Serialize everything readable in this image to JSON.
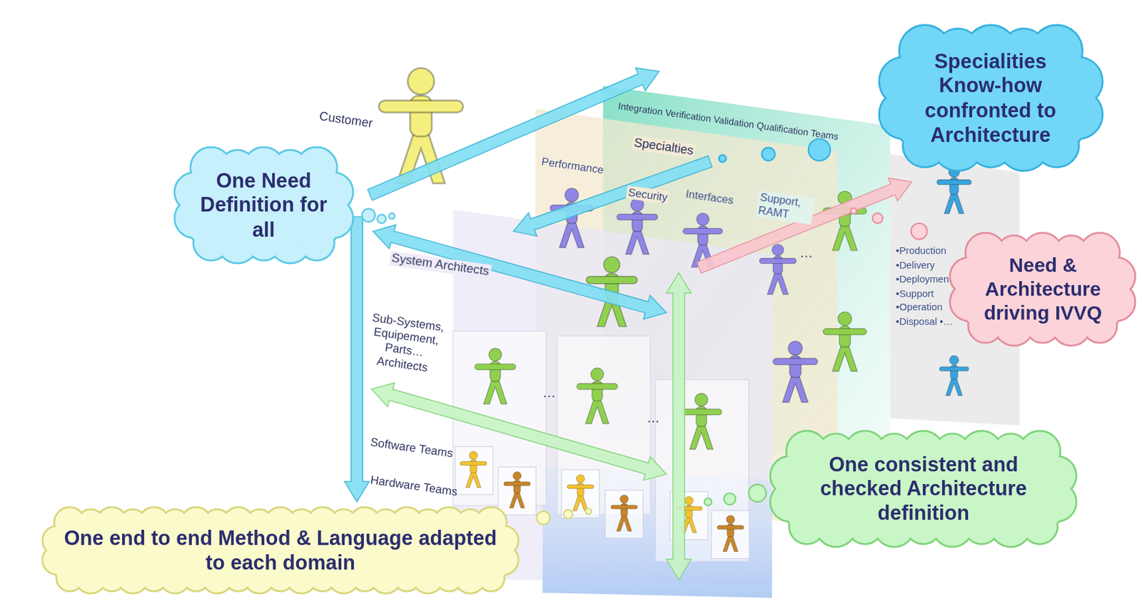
{
  "diagram": {
    "nodes": [
      {
        "text": [
          "One Need Definition for all"
        ]
      },
      {
        "text": [
          "Specialities Know-how confronted to Architecture"
        ]
      },
      {
        "text": [
          "Need & Architecture driving IVVQ"
        ]
      },
      {
        "text": [
          "One consistent and checked Architecture definition"
        ]
      },
      {
        "text": [
          "One end to end Method & Language adapted to each domain"
        ]
      }
    ],
    "labels": [
      "Customer",
      "Integration Verification Validation Qualification Teams",
      "Specialties",
      "Performance",
      "Security",
      "Interfaces",
      "Support, RAMT",
      "…",
      "System Architects",
      "Sub-Systems, Equipement, Parts… Architects",
      "…",
      "…",
      "Software Teams",
      "Hardware Teams",
      "•Production •Delivery •Deployment •Support •Operation •Disposal •…"
    ]
  }
}
